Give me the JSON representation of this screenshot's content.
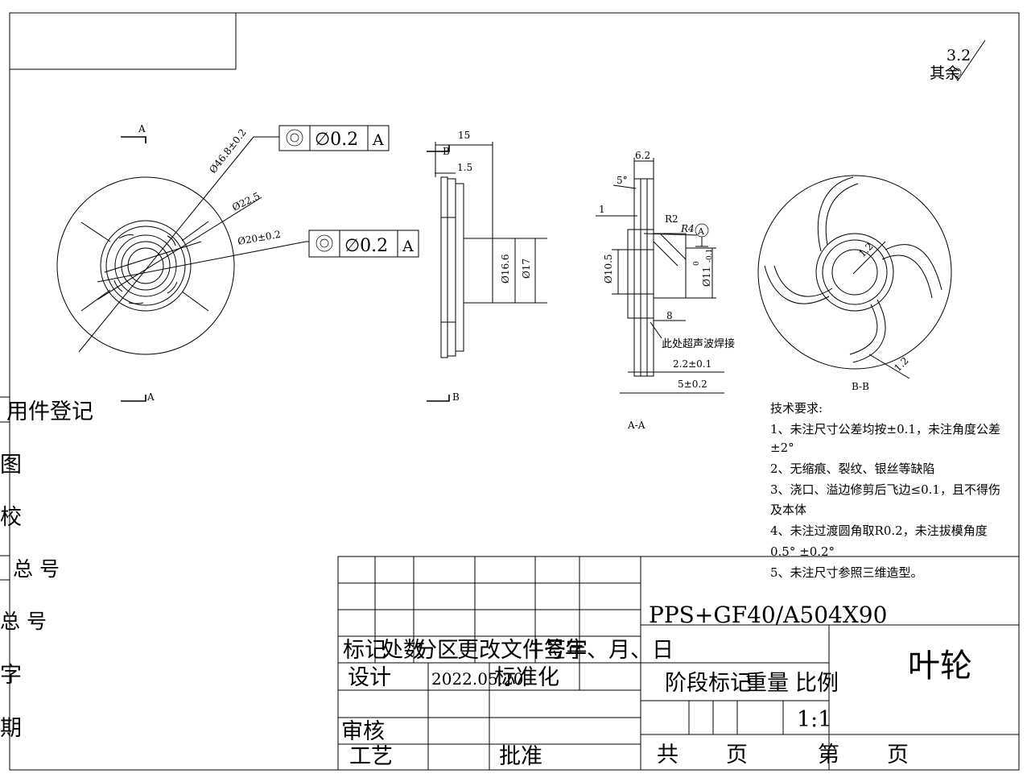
{
  "surface_finish": {
    "value": "3.2",
    "other_label": "其余"
  },
  "section_markers": {
    "a": "A",
    "b": "B"
  },
  "front_view": {
    "dims": [
      "Ø46.8±0.2",
      "Ø22.5",
      "Ø20±0.2"
    ],
    "tolerance_frames": [
      {
        "value": "∅0.2",
        "datum": "A"
      },
      {
        "value": "∅0.2",
        "datum": "A"
      }
    ]
  },
  "side_view": {
    "dims": [
      "15",
      "1.5",
      "Ø16.6",
      "Ø17"
    ],
    "label_b": "B"
  },
  "section_view": {
    "dims": [
      "6.2",
      "5°",
      "1",
      "R2",
      "R4",
      "Ø10.5",
      "Ø11",
      "0",
      "-0.1",
      "8",
      "2.2±0.1",
      "5±0.2"
    ],
    "datum": "A",
    "note": "此处超声波焊接",
    "caption": "A-A"
  },
  "bb_view": {
    "dims": [
      "1.2",
      "1.2"
    ],
    "caption": "B-B"
  },
  "tech_requirements": {
    "title": "技术要求:",
    "lines": [
      "1、未注尺寸公差均按±0.1，未注角度公差",
      "±2°",
      "2、无缩痕、裂纹、银丝等缺陷",
      "3、浇口、溢边修剪后飞边≤0.1，且不得伤",
      "及本体",
      "4、未注过渡圆角取R0.2，未注拔模角度",
      "0.5° ±0.2°",
      "5、未注尺寸参照三维造型。"
    ]
  },
  "left_strip": {
    "labels": [
      "用件登记",
      "图",
      "校",
      "总 号",
      "总 号",
      "字",
      "期"
    ]
  },
  "title_block": {
    "material": "PPS+GF40/A504X90",
    "part_name": "叶轮",
    "header_row": [
      "标记",
      "处数",
      "分区",
      "更改文件号",
      "签字",
      "年、月、日"
    ],
    "design": "设计",
    "design_date": "2022.05.20",
    "standardize": "标准化",
    "review": "审核",
    "process": "工艺",
    "approve": "批准",
    "stage_mark": "阶段标记",
    "weight": "重量",
    "scale_label": "比例",
    "scale": "1:1",
    "total_label": "共",
    "page_label": "页",
    "sheet_label": "第",
    "page_label2": "页"
  }
}
